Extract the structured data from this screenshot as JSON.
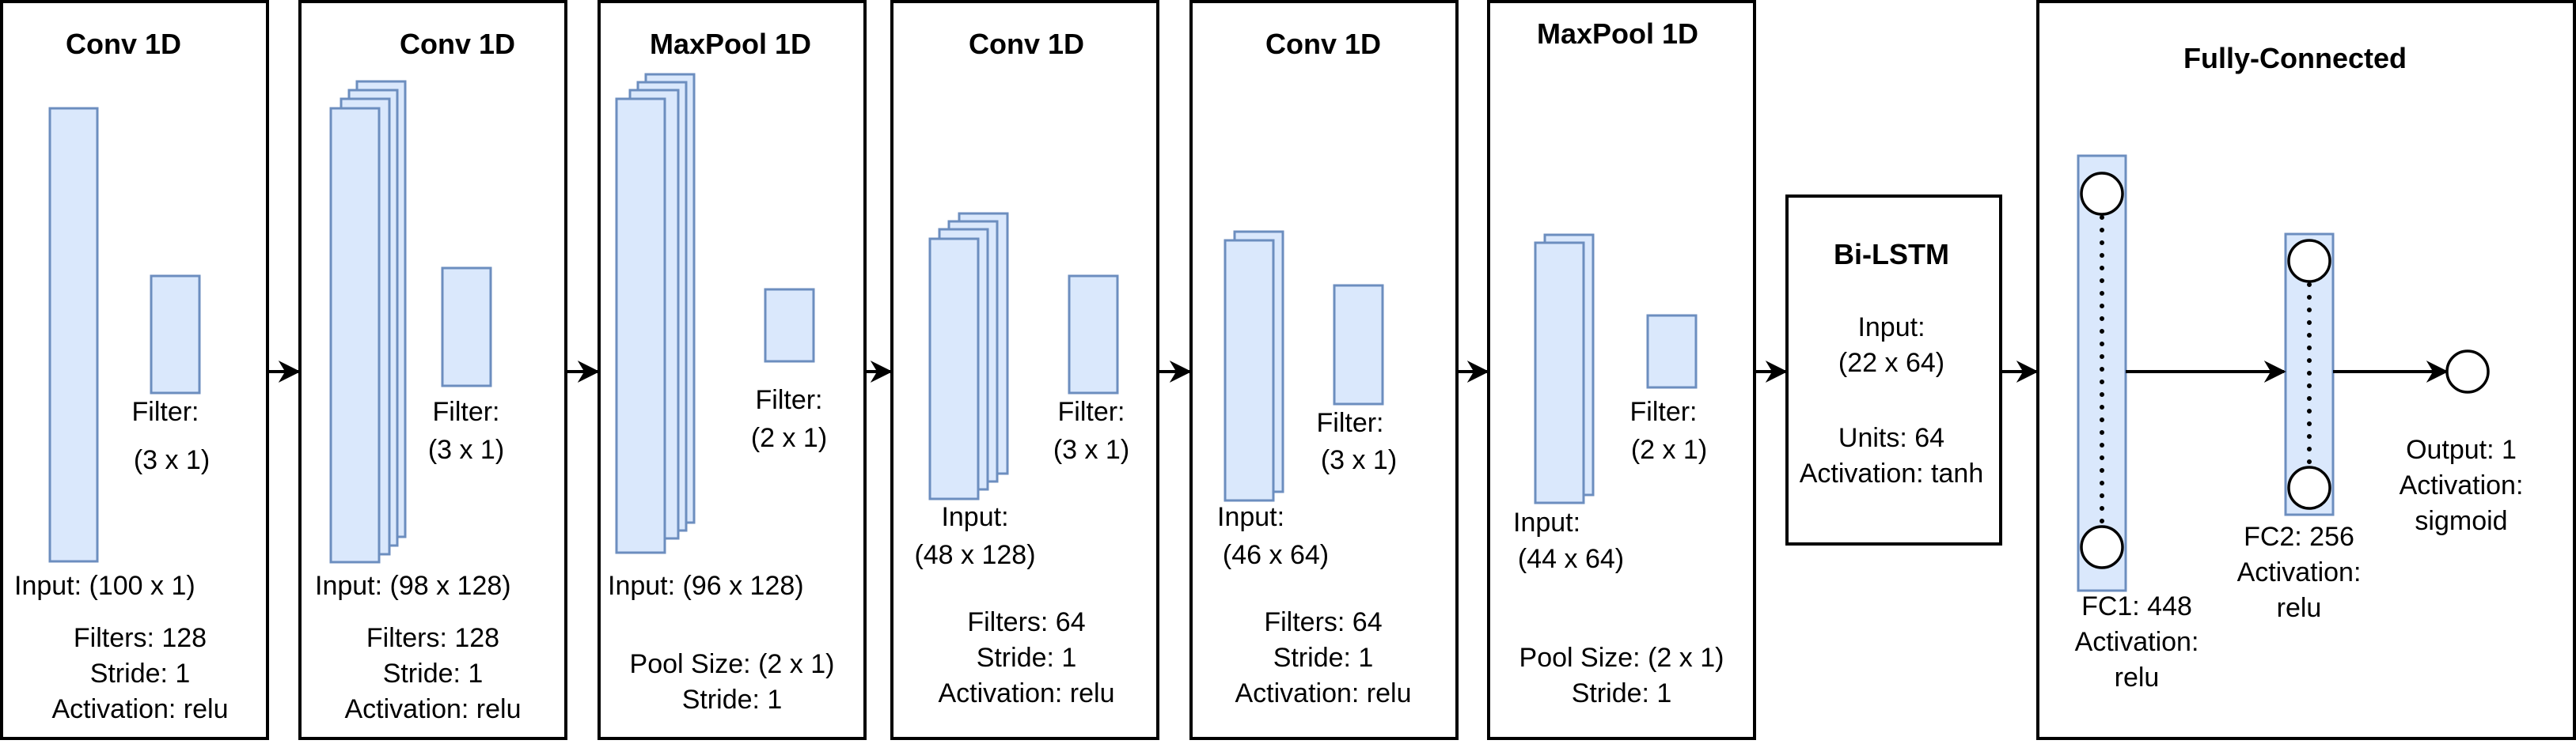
{
  "stages": [
    {
      "title": "Conv 1D",
      "filter_label": "Filter:",
      "filter_value": "(3 x 1)",
      "input": "Input: (100 x 1)",
      "params": [
        "Filters: 128",
        "Stride: 1",
        "Activation: relu"
      ]
    },
    {
      "title": "Conv 1D",
      "filter_label": "Filter:",
      "filter_value": "(3 x 1)",
      "input": "Input: (98 x 128)",
      "params": [
        "Filters: 128",
        "Stride: 1",
        "Activation: relu"
      ]
    },
    {
      "title": "MaxPool 1D",
      "filter_label": "Filter:",
      "filter_value": "(2 x 1)",
      "input": "Input: (96 x 128)",
      "params": [
        "Pool Size: (2 x 1)",
        "Stride: 1"
      ]
    },
    {
      "title": "Conv 1D",
      "filter_label": "Filter:",
      "filter_value": "(3 x 1)",
      "input_label": "Input:",
      "input_value": "(48 x 128)",
      "params": [
        "Filters: 64",
        "Stride: 1",
        "Activation: relu"
      ]
    },
    {
      "title": "Conv 1D",
      "filter_label": "Filter:",
      "filter_value": "(3 x 1)",
      "input_label": "Input:",
      "input_value": "(46 x 64)",
      "params": [
        "Filters: 64",
        "Stride: 1",
        "Activation: relu"
      ]
    },
    {
      "title": "MaxPool 1D",
      "filter_label": "Filter:",
      "filter_value": "(2 x 1)",
      "input_label": "Input:",
      "input_value": "(44 x 64)",
      "params": [
        "Pool Size: (2 x 1)",
        "Stride: 1"
      ]
    }
  ],
  "bilstm": {
    "title": "Bi-LSTM",
    "input_label": "Input:",
    "input_value": "(22 x 64)",
    "units": "Units: 64",
    "activation": "Activation: tanh"
  },
  "fc": {
    "title": "Fully-Connected",
    "fc1": [
      "FC1: 448",
      "Activation:",
      "relu"
    ],
    "fc2": [
      "FC2: 256",
      "Activation:",
      "relu"
    ],
    "output": [
      "Output: 1",
      "Activation:",
      "sigmoid"
    ]
  },
  "colors": {
    "map_fill": "#dae8fc",
    "map_stroke": "#6c8ebf",
    "border": "#000000"
  }
}
